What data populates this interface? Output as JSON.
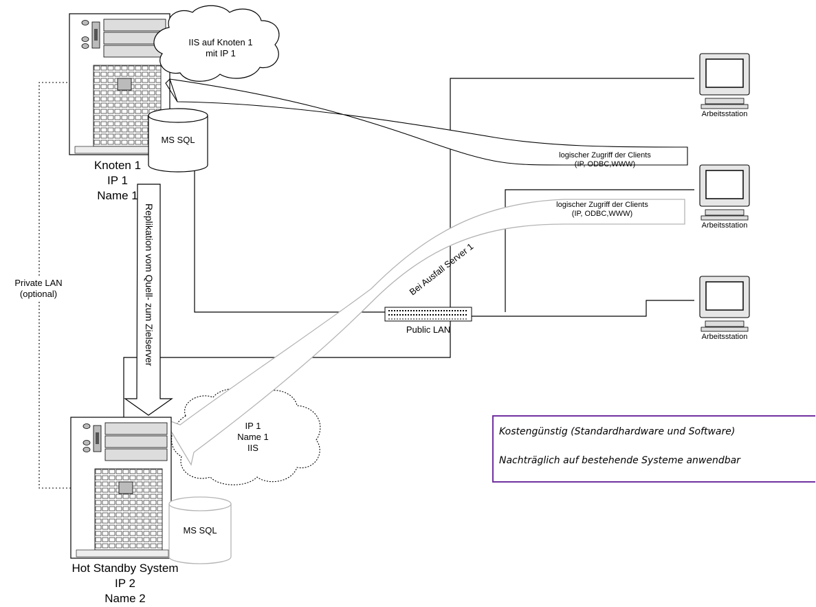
{
  "node1": {
    "cloud_label_line1": "IIS auf Knoten 1",
    "cloud_label_line2": "mit IP 1",
    "db_label": "MS SQL",
    "caption_line1": "Knoten 1",
    "caption_line2": "IP 1",
    "caption_line3": "Name 1"
  },
  "standby": {
    "cloud_line1": "IP 1",
    "cloud_line2": "Name 1",
    "cloud_line3": "IIS",
    "db_label": "MS SQL",
    "caption_line1": "Hot Standby System",
    "caption_line2": "IP 2",
    "caption_line3": "Name 2"
  },
  "replication_label": "Replikation vom Quell- zum Zielserver",
  "failover_label": "Bei Ausfall Server 1",
  "private_lan": {
    "line1": "Private LAN",
    "line2": "(optional)"
  },
  "public_lan": "Public LAN",
  "workstations": [
    {
      "label": "Arbeitsstation"
    },
    {
      "label": "Arbeitsstation"
    },
    {
      "label": "Arbeitsstation"
    }
  ],
  "access_primary": {
    "line1": "logischer Zugriff der Clients",
    "line2": "(IP, ODBC,WWW)"
  },
  "access_failover": {
    "line1": "logischer Zugriff der Clients",
    "line2": "(IP, ODBC,WWW)"
  },
  "info_box": {
    "line1": "Kostengünstig (Standardhardware und Software)",
    "line2": "Nachträglich auf bestehende Systeme anwendbar",
    "border_color": "#7030a0"
  }
}
